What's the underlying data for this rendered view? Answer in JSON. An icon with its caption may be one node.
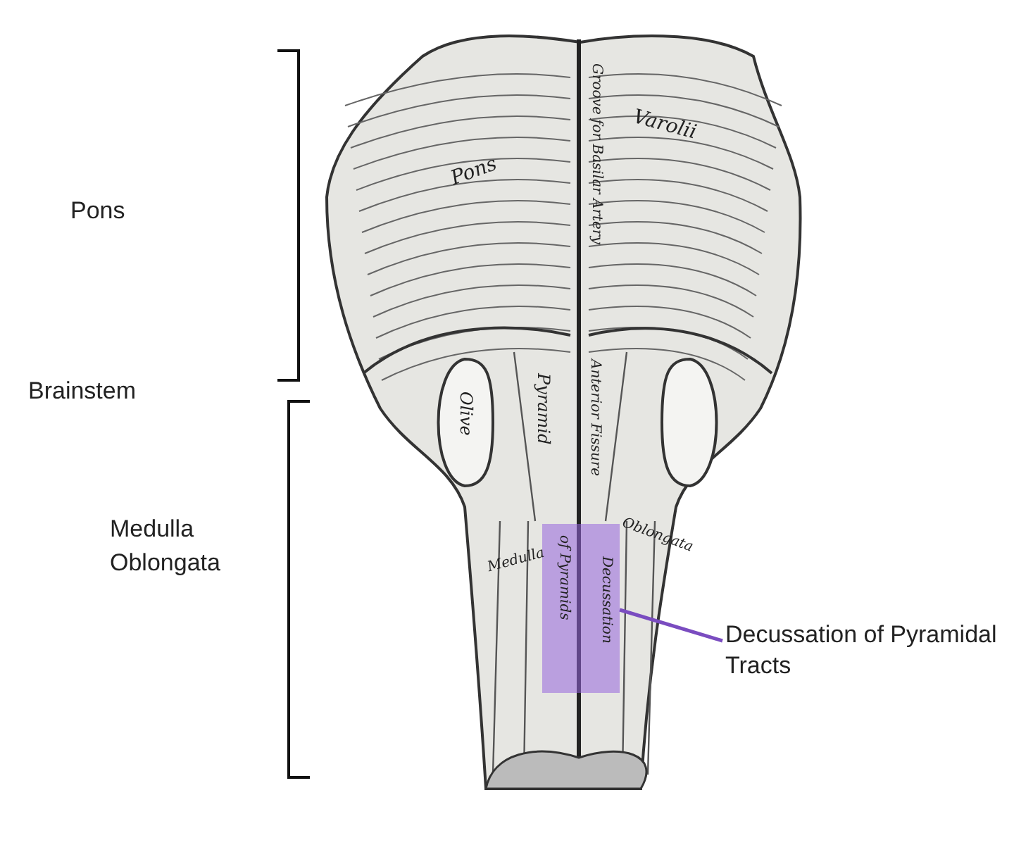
{
  "diagram": {
    "nodes": [
      {
        "text": [
          "Decussation of Pyramidal Tracts"
        ]
      },
      {
        "text": [],
        "shape": "box"
      }
    ],
    "edges": [
      {
        "from": 0,
        "to": 1,
        "arrow": "none"
      }
    ],
    "labels": [
      "Pons",
      "Brainstem",
      "Medulla Oblongata",
      "Pons",
      "Varolii",
      "Groove for Basilar Artery",
      "Olive",
      "Pyramid",
      "Anterior Fissure",
      "Medulla",
      "Oblongata",
      "of Pyramids",
      "Decussation"
    ]
  }
}
